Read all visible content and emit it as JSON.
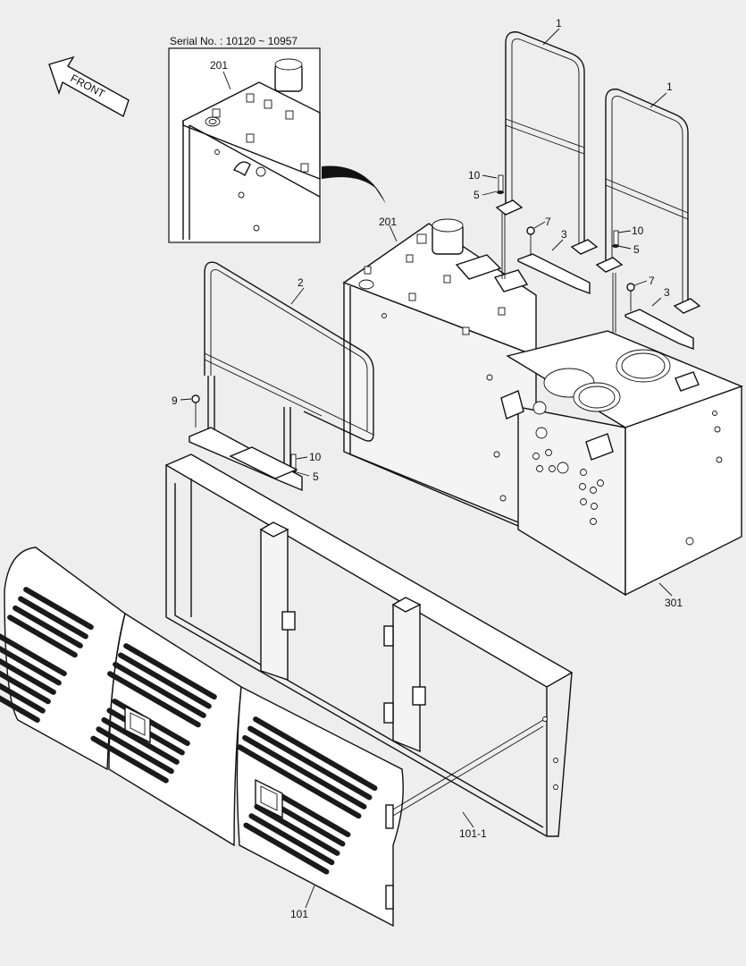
{
  "inset": {
    "serial_caption": "Serial No. : 10120 ~ 10957",
    "part_label": "201"
  },
  "front_arrow": {
    "text": "FRONT"
  },
  "callouts": {
    "handrail_upper_left": "1",
    "handrail_upper_right": "1",
    "handrail_lower": "2",
    "bracket_left": "3",
    "bracket_right": "3",
    "bolt_10_a": "10",
    "bolt_10_b": "10",
    "bolt_10_c": "10",
    "washer_5_a": "5",
    "washer_5_b": "5",
    "washer_5_c": "5",
    "bolt_7_a": "7",
    "bolt_7_b": "7",
    "bolt_9": "9",
    "tank_201": "201",
    "tank_301": "301",
    "frame_101_1": "101-1",
    "cover_101": "101"
  }
}
